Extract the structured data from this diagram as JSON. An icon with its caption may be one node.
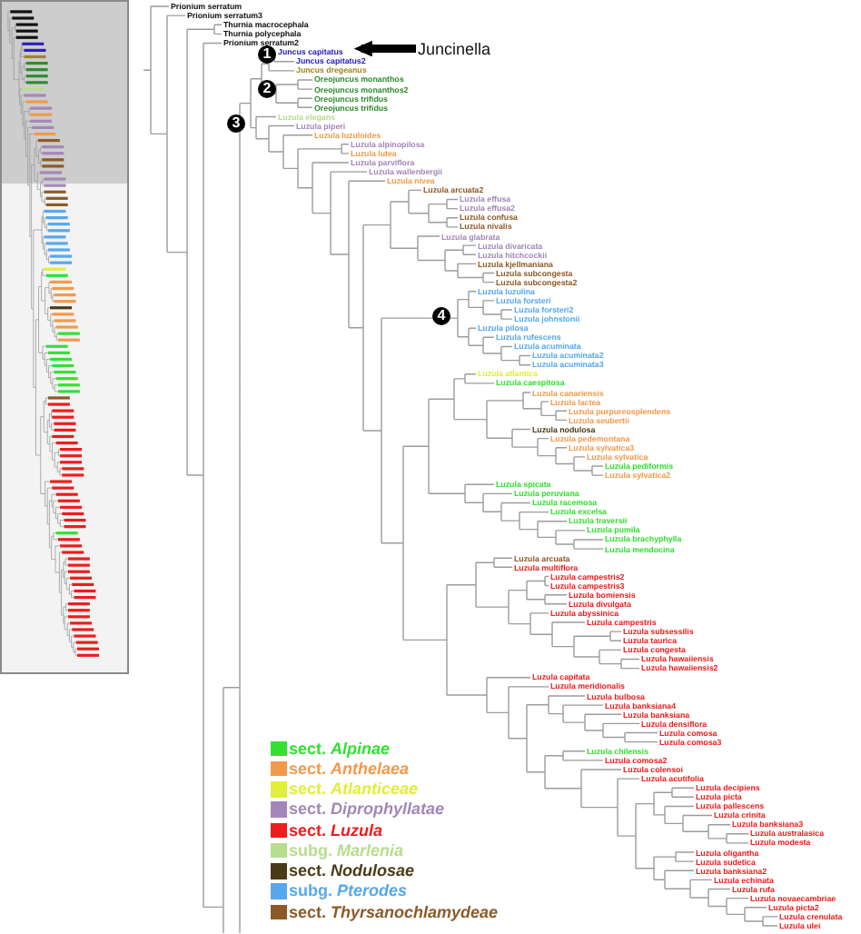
{
  "diagram": {
    "nodes": [
      {
        "text": [
          "1"
        ]
      },
      {
        "text": [
          "Juncus capitatus"
        ]
      },
      {
        "text": [
          "Juncinella"
        ]
      },
      {
        "text": [
          "2"
        ]
      },
      {
        "text": [
          "3"
        ]
      },
      {
        "text": [
          "4"
        ]
      }
    ],
    "edges": [
      {
        "from": 2,
        "to": 1,
        "arrow": "to"
      }
    ],
    "labels": [
      "Prionium serratum",
      "Prionium serratum3",
      "Thurnia macrocephala",
      "Thurnia polycephala",
      "Prionium serratum2",
      "Juncus capitatus2",
      "Juncus dregeanus",
      "Oreojuncus monanthos",
      "Oreojuncus monanthos2",
      "Oreojuncus trifidus",
      "Oreojuncus trifidus",
      "Luzula elegans",
      "Luzula piperi",
      "Luzula luzuloides",
      "Luzula alpinopilosa",
      "Luzula lutea",
      "Luzula parviflora",
      "Luzula wallenbergii",
      "Luzula nivea",
      "Luzula arcuata2",
      "Luzula effusa",
      "Luzula effusa2",
      "Luzula confusa",
      "Luzula nivalis",
      "Luzula glabrata",
      "Luzula divaricata",
      "Luzula hitchcockii",
      "Luzula kjellmaniana",
      "Luzula subcongesta",
      "Luzula subcongesta2",
      "Luzula luzulina",
      "Luzula forsteri",
      "Luzula forsteri2",
      "Luzula johnstonii",
      "Luzula pilosa",
      "Luzula rufescens",
      "Luzula acuminata",
      "Luzula acuminata2",
      "Luzula acuminata3",
      "Luzula atlantica",
      "Luzula caespitosa",
      "Luzula canariensis",
      "Luzula lactea",
      "Luzula purpureosplendens",
      "Luzula seubertii",
      "Luzula nodulosa",
      "Luzula pedemontana",
      "Luzula sylvatica3",
      "Luzula sylvatica",
      "Luzula pediformis",
      "Luzula sylvatica2",
      "Luzula spicata",
      "Luzula peruviana",
      "Luzula racemosa",
      "Luzula excelsa",
      "Luzula traversii",
      "Luzula pumila",
      "Luzula brachyphylla",
      "Luzula mendocina",
      "Luzula arcuata",
      "Luzula multiflora",
      "Luzula campestris2",
      "Luzula campestris3",
      "Luzula bomiensis",
      "Luzula divulgata",
      "Luzula abyssinica",
      "Luzula campestris",
      "Luzula subsessilis",
      "Luzula taurica",
      "Luzula congesta",
      "Luzula hawaiiensis",
      "Luzula hawaiiensis2",
      "Luzula capitata",
      "Luzula meridionalis",
      "Luzula bulbosa",
      "Luzula banksiana4",
      "Luzula banksiana",
      "Luzula densiflora",
      "Luzula comosa",
      "Luzula comosa3",
      "Luzula chilensis",
      "Luzula comosa2",
      "Luzula colensoi",
      "Luzula acutifolia",
      "Luzula decipiens",
      "Luzula picta",
      "Luzula pallescens",
      "Luzula crinita",
      "Luzula banksiana3",
      "Luzula australasica",
      "Luzula modesta",
      "Luzula oligantha",
      "Luzula sudetica",
      "Luzula banksiana2",
      "Luzula echinata",
      "Luzula rufa",
      "Luzula novaecambriae",
      "Luzula picta2",
      "Luzula crenulata",
      "Luzula ulei"
    ],
    "legend": [
      {
        "text": "sect. *Alpinae*",
        "color": "#33e033"
      },
      {
        "text": "sect. *Anthelaea*",
        "color": "#f39a4a"
      },
      {
        "text": "sect. *Atlanticeae*",
        "color": "#e2ee3a"
      },
      {
        "text": "sect. *Diprophyllatae*",
        "color": "#a487b8"
      },
      {
        "text": "sect. *Luzula*",
        "color": "#ee1c1c"
      },
      {
        "text": "subg. *Marlenia*",
        "color": "#b6de8c"
      },
      {
        "text": "sect. *Nodulosae*",
        "color": "#4b3a16"
      },
      {
        "text": "subg. *Pterodes*",
        "color": "#56a8ee"
      },
      {
        "text": "sect. *Thyrsanochlamydeae*",
        "color": "#8c5a28"
      }
    ]
  }
}
